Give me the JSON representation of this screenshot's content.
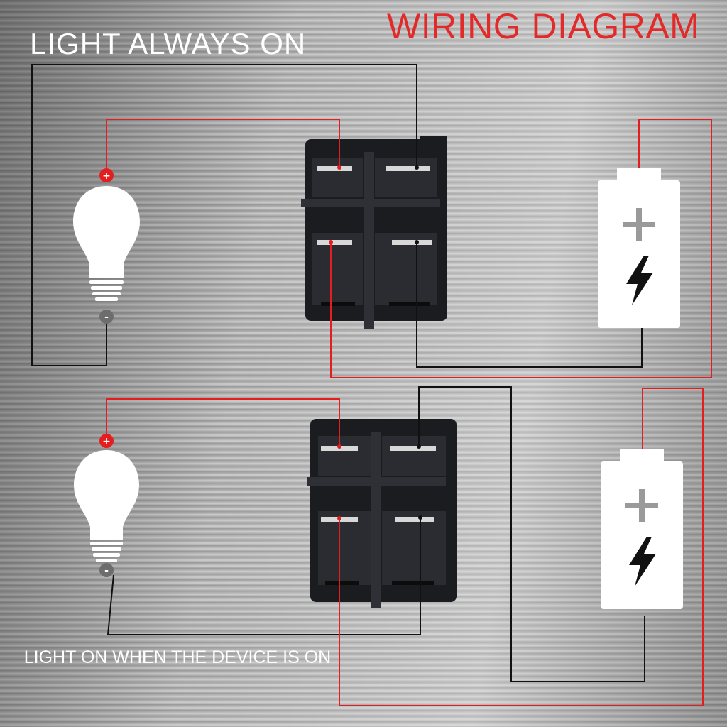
{
  "title": "WIRING DIAGRAM",
  "top_caption": "LIGHT ALWAYS ON",
  "bottom_caption": "LIGHT ON WHEN THE DEVICE IS ON",
  "polarity": {
    "positive": "+",
    "negative": "-"
  },
  "colors": {
    "title": "#e32a2a",
    "wire_positive": "#e41e1e",
    "wire_negative": "#111111",
    "bulb": "#ffffff",
    "battery": "#ffffff",
    "switch_body": "#1b1c1f"
  },
  "icons": {
    "bulb": "light-bulb-icon",
    "battery": "battery-icon",
    "lightning": "lightning-bolt-icon",
    "plus": "plus-icon"
  }
}
